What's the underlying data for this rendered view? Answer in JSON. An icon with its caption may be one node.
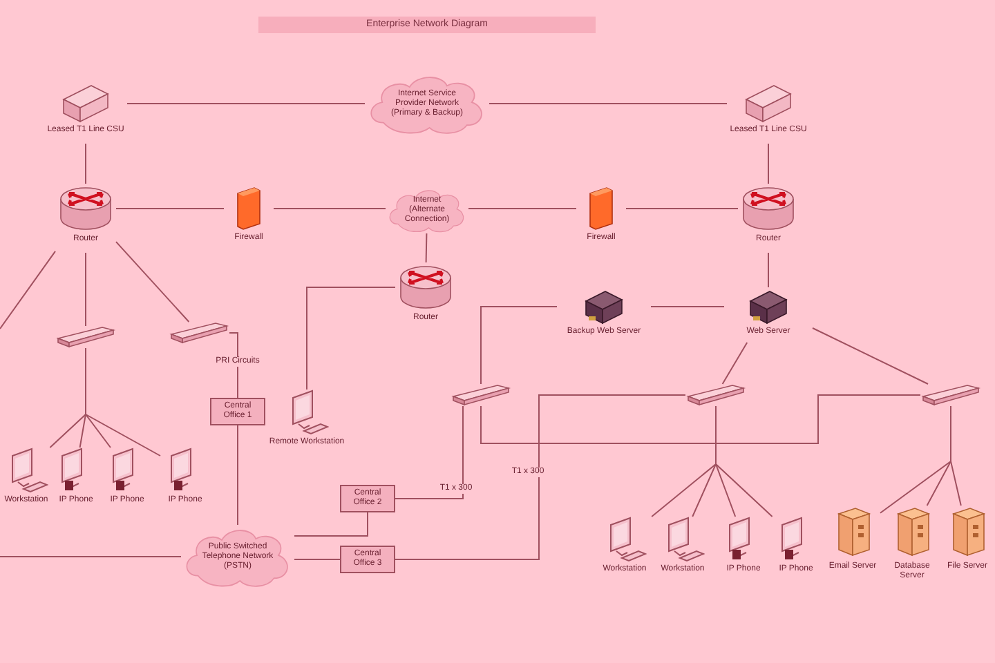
{
  "diagram": {
    "title": "Enterprise Network Diagram",
    "nodes": [
      {
        "text": [
          "Leased T1 Line CSU"
        ]
      },
      {
        "text": [
          "Leased T1 Line CSU"
        ]
      },
      {
        "text": [
          "Internet Service Provider Network (Primary & Backup)"
        ]
      },
      {
        "text": [
          "Router"
        ]
      },
      {
        "text": [
          "Firewall"
        ]
      },
      {
        "text": [
          "Internet (Alternate Connection)"
        ]
      },
      {
        "text": [
          "Firewall"
        ]
      },
      {
        "text": [
          "Router"
        ]
      },
      {
        "text": [
          "Router"
        ]
      },
      {
        "text": [
          "Backup Web Server"
        ]
      },
      {
        "text": [
          "Web Server"
        ]
      },
      {
        "text": [],
        "shape": "bar"
      },
      {
        "text": [],
        "shape": "bar"
      },
      {
        "text": [],
        "shape": "bar"
      },
      {
        "text": [],
        "shape": "bar"
      },
      {
        "text": [],
        "shape": "bar"
      },
      {
        "text": [
          "Remote Workstation"
        ]
      },
      {
        "text": [
          "Central Office 1"
        ]
      },
      {
        "text": [
          "Central Office 2"
        ]
      },
      {
        "text": [
          "Central Office 3"
        ]
      },
      {
        "text": [
          "Public Switched Telephone Network (PSTN)"
        ]
      },
      {
        "text": [
          "Workstation"
        ]
      },
      {
        "text": [
          "IP Phone"
        ]
      },
      {
        "text": [
          "IP Phone"
        ]
      },
      {
        "text": [
          "IP Phone"
        ]
      },
      {
        "text": [
          "Workstation"
        ]
      },
      {
        "text": [
          "Workstation"
        ]
      },
      {
        "text": [
          "IP Phone"
        ]
      },
      {
        "text": [
          "IP Phone"
        ]
      },
      {
        "text": [
          "Email Server"
        ]
      },
      {
        "text": [
          "Database Server"
        ]
      },
      {
        "text": [
          "File Server"
        ]
      }
    ],
    "edges": [
      {
        "from": 0,
        "to": 2,
        "arrow": "none"
      },
      {
        "from": 2,
        "to": 1,
        "arrow": "none"
      },
      {
        "from": 0,
        "to": 3,
        "arrow": "none"
      },
      {
        "from": 1,
        "to": 7,
        "arrow": "none"
      },
      {
        "from": 3,
        "to": 4,
        "arrow": "none"
      },
      {
        "from": 4,
        "to": 5,
        "arrow": "none"
      },
      {
        "from": 5,
        "to": 6,
        "arrow": "none"
      },
      {
        "from": 6,
        "to": 7,
        "arrow": "none"
      },
      {
        "from": 5,
        "to": 8,
        "arrow": "none"
      },
      {
        "from": 8,
        "to": 16,
        "arrow": "none"
      },
      {
        "from": 3,
        "to": 11,
        "arrow": "none"
      },
      {
        "from": 3,
        "to": 12,
        "arrow": "none"
      },
      {
        "from": 3,
        "to": null,
        "arrow": "none"
      },
      {
        "from": 12,
        "to": 17,
        "arrow": "none",
        "label": "PRI Circuits"
      },
      {
        "from": 17,
        "to": 20,
        "arrow": "none"
      },
      {
        "from": 20,
        "to": null,
        "arrow": "none"
      },
      {
        "from": 20,
        "to": 18,
        "arrow": "none"
      },
      {
        "from": 20,
        "to": 19,
        "arrow": "none"
      },
      {
        "from": 19,
        "to": 14,
        "arrow": "none",
        "label": "T1 x 300"
      },
      {
        "from": 18,
        "to": 13,
        "arrow": "none",
        "label": "T1 x 300"
      },
      {
        "from": 13,
        "to": 9,
        "arrow": "none"
      },
      {
        "from": 9,
        "to": 10,
        "arrow": "none"
      },
      {
        "from": 7,
        "to": 10,
        "arrow": "none"
      },
      {
        "from": 10,
        "to": 14,
        "arrow": "none"
      },
      {
        "from": 10,
        "to": 15,
        "arrow": "none"
      },
      {
        "from": 13,
        "to": 15,
        "arrow": "none"
      },
      {
        "from": 11,
        "to": 21,
        "arrow": "none"
      },
      {
        "from": 11,
        "to": 22,
        "arrow": "none"
      },
      {
        "from": 11,
        "to": 23,
        "arrow": "none"
      },
      {
        "from": 11,
        "to": 24,
        "arrow": "none"
      },
      {
        "from": 14,
        "to": 25,
        "arrow": "none"
      },
      {
        "from": 14,
        "to": 26,
        "arrow": "none"
      },
      {
        "from": 14,
        "to": 27,
        "arrow": "none"
      },
      {
        "from": 14,
        "to": 28,
        "arrow": "none"
      },
      {
        "from": 15,
        "to": 29,
        "arrow": "none"
      },
      {
        "from": 15,
        "to": 30,
        "arrow": "none"
      },
      {
        "from": 15,
        "to": 31,
        "arrow": "none"
      }
    ]
  }
}
